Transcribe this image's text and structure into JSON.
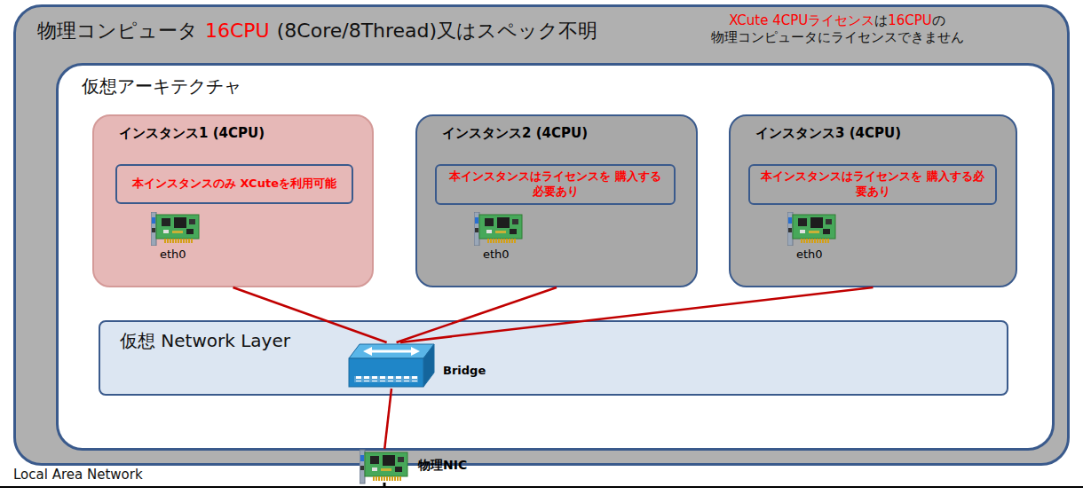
{
  "diagram": {
    "nodes": [
      {
        "text": [
          "物理コンピュータ",
          "16CPU",
          "(8Core/8Thread)又はスペック不明",
          "XCute 4CPUライセンス",
          "は",
          "16CPU",
          "の 物理コンピュータにライセンスできません"
        ]
      },
      {
        "text": [
          "仮想アーキテクチャ"
        ],
        "in": 0
      },
      {
        "text": [
          "インスタンス1 (4CPU)",
          "eth0"
        ],
        "in": 1
      },
      {
        "text": [
          "本インスタンスのみ XCuteを利用可能"
        ],
        "in": 2
      },
      {
        "text": [
          "インスタンス2 (4CPU)",
          "eth0"
        ],
        "in": 1
      },
      {
        "text": [
          "本インスタンスはライセンスを 購入する必要あり"
        ],
        "in": 4
      },
      {
        "text": [
          "インスタンス3 (4CPU)",
          "eth0"
        ],
        "in": 1
      },
      {
        "text": [
          "本インスタンスはライセンスを 購入する必要あり"
        ],
        "in": 6
      },
      {
        "text": [
          "仮想 Network Layer"
        ],
        "in": 1
      },
      {
        "text": [
          "Bridge"
        ],
        "in": 8
      },
      {
        "text": [
          "物理NIC"
        ]
      }
    ],
    "edges": [
      {
        "from": 2,
        "to": 9,
        "arrow": "none"
      },
      {
        "from": 4,
        "to": 9,
        "arrow": "none"
      },
      {
        "from": 6,
        "to": 9,
        "arrow": "none"
      },
      {
        "from": 9,
        "to": 10,
        "arrow": "none"
      }
    ],
    "labels": [
      "Local Area Network"
    ]
  }
}
